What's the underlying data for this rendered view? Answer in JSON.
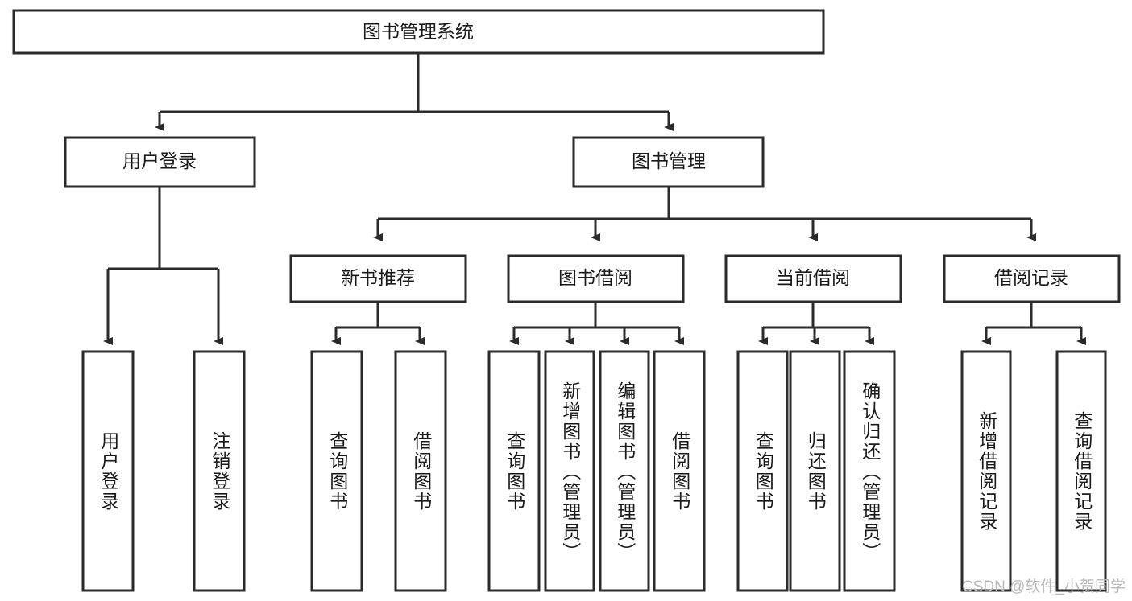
{
  "diagram": {
    "title": "图书管理系统",
    "type": "tree",
    "colors": {
      "box_stroke": "#2b2b2b",
      "box_fill": "#ffffff",
      "text": "#1a1a1a",
      "connector": "#2b2b2b",
      "watermark": "#b9b9b9",
      "background": "#ffffff"
    },
    "root": {
      "label": "图书管理系统"
    },
    "level1": [
      {
        "label": "用户登录"
      },
      {
        "label": "图书管理"
      }
    ],
    "level2": [
      {
        "label": "新书推荐"
      },
      {
        "label": "图书借阅"
      },
      {
        "label": "当前借阅"
      },
      {
        "label": "借阅记录"
      }
    ],
    "leaves": {
      "user_login": [
        {
          "label": "用户登录"
        },
        {
          "label": "注销登录"
        }
      ],
      "new_book_recommend": [
        {
          "label": "查询图书"
        },
        {
          "label": "借阅图书"
        }
      ],
      "book_borrow": [
        {
          "label": "查询图书"
        },
        {
          "label": "新增图书（管理员）"
        },
        {
          "label": "编辑图书（管理员）"
        },
        {
          "label": "借阅图书"
        }
      ],
      "current_borrow": [
        {
          "label": "查询图书"
        },
        {
          "label": "归还图书"
        },
        {
          "label": "确认归还（管理员）"
        }
      ],
      "borrow_records": [
        {
          "label": "新增借阅记录"
        },
        {
          "label": "查询借阅记录"
        }
      ]
    },
    "watermark": "CSDN @软件_小贺同学"
  }
}
